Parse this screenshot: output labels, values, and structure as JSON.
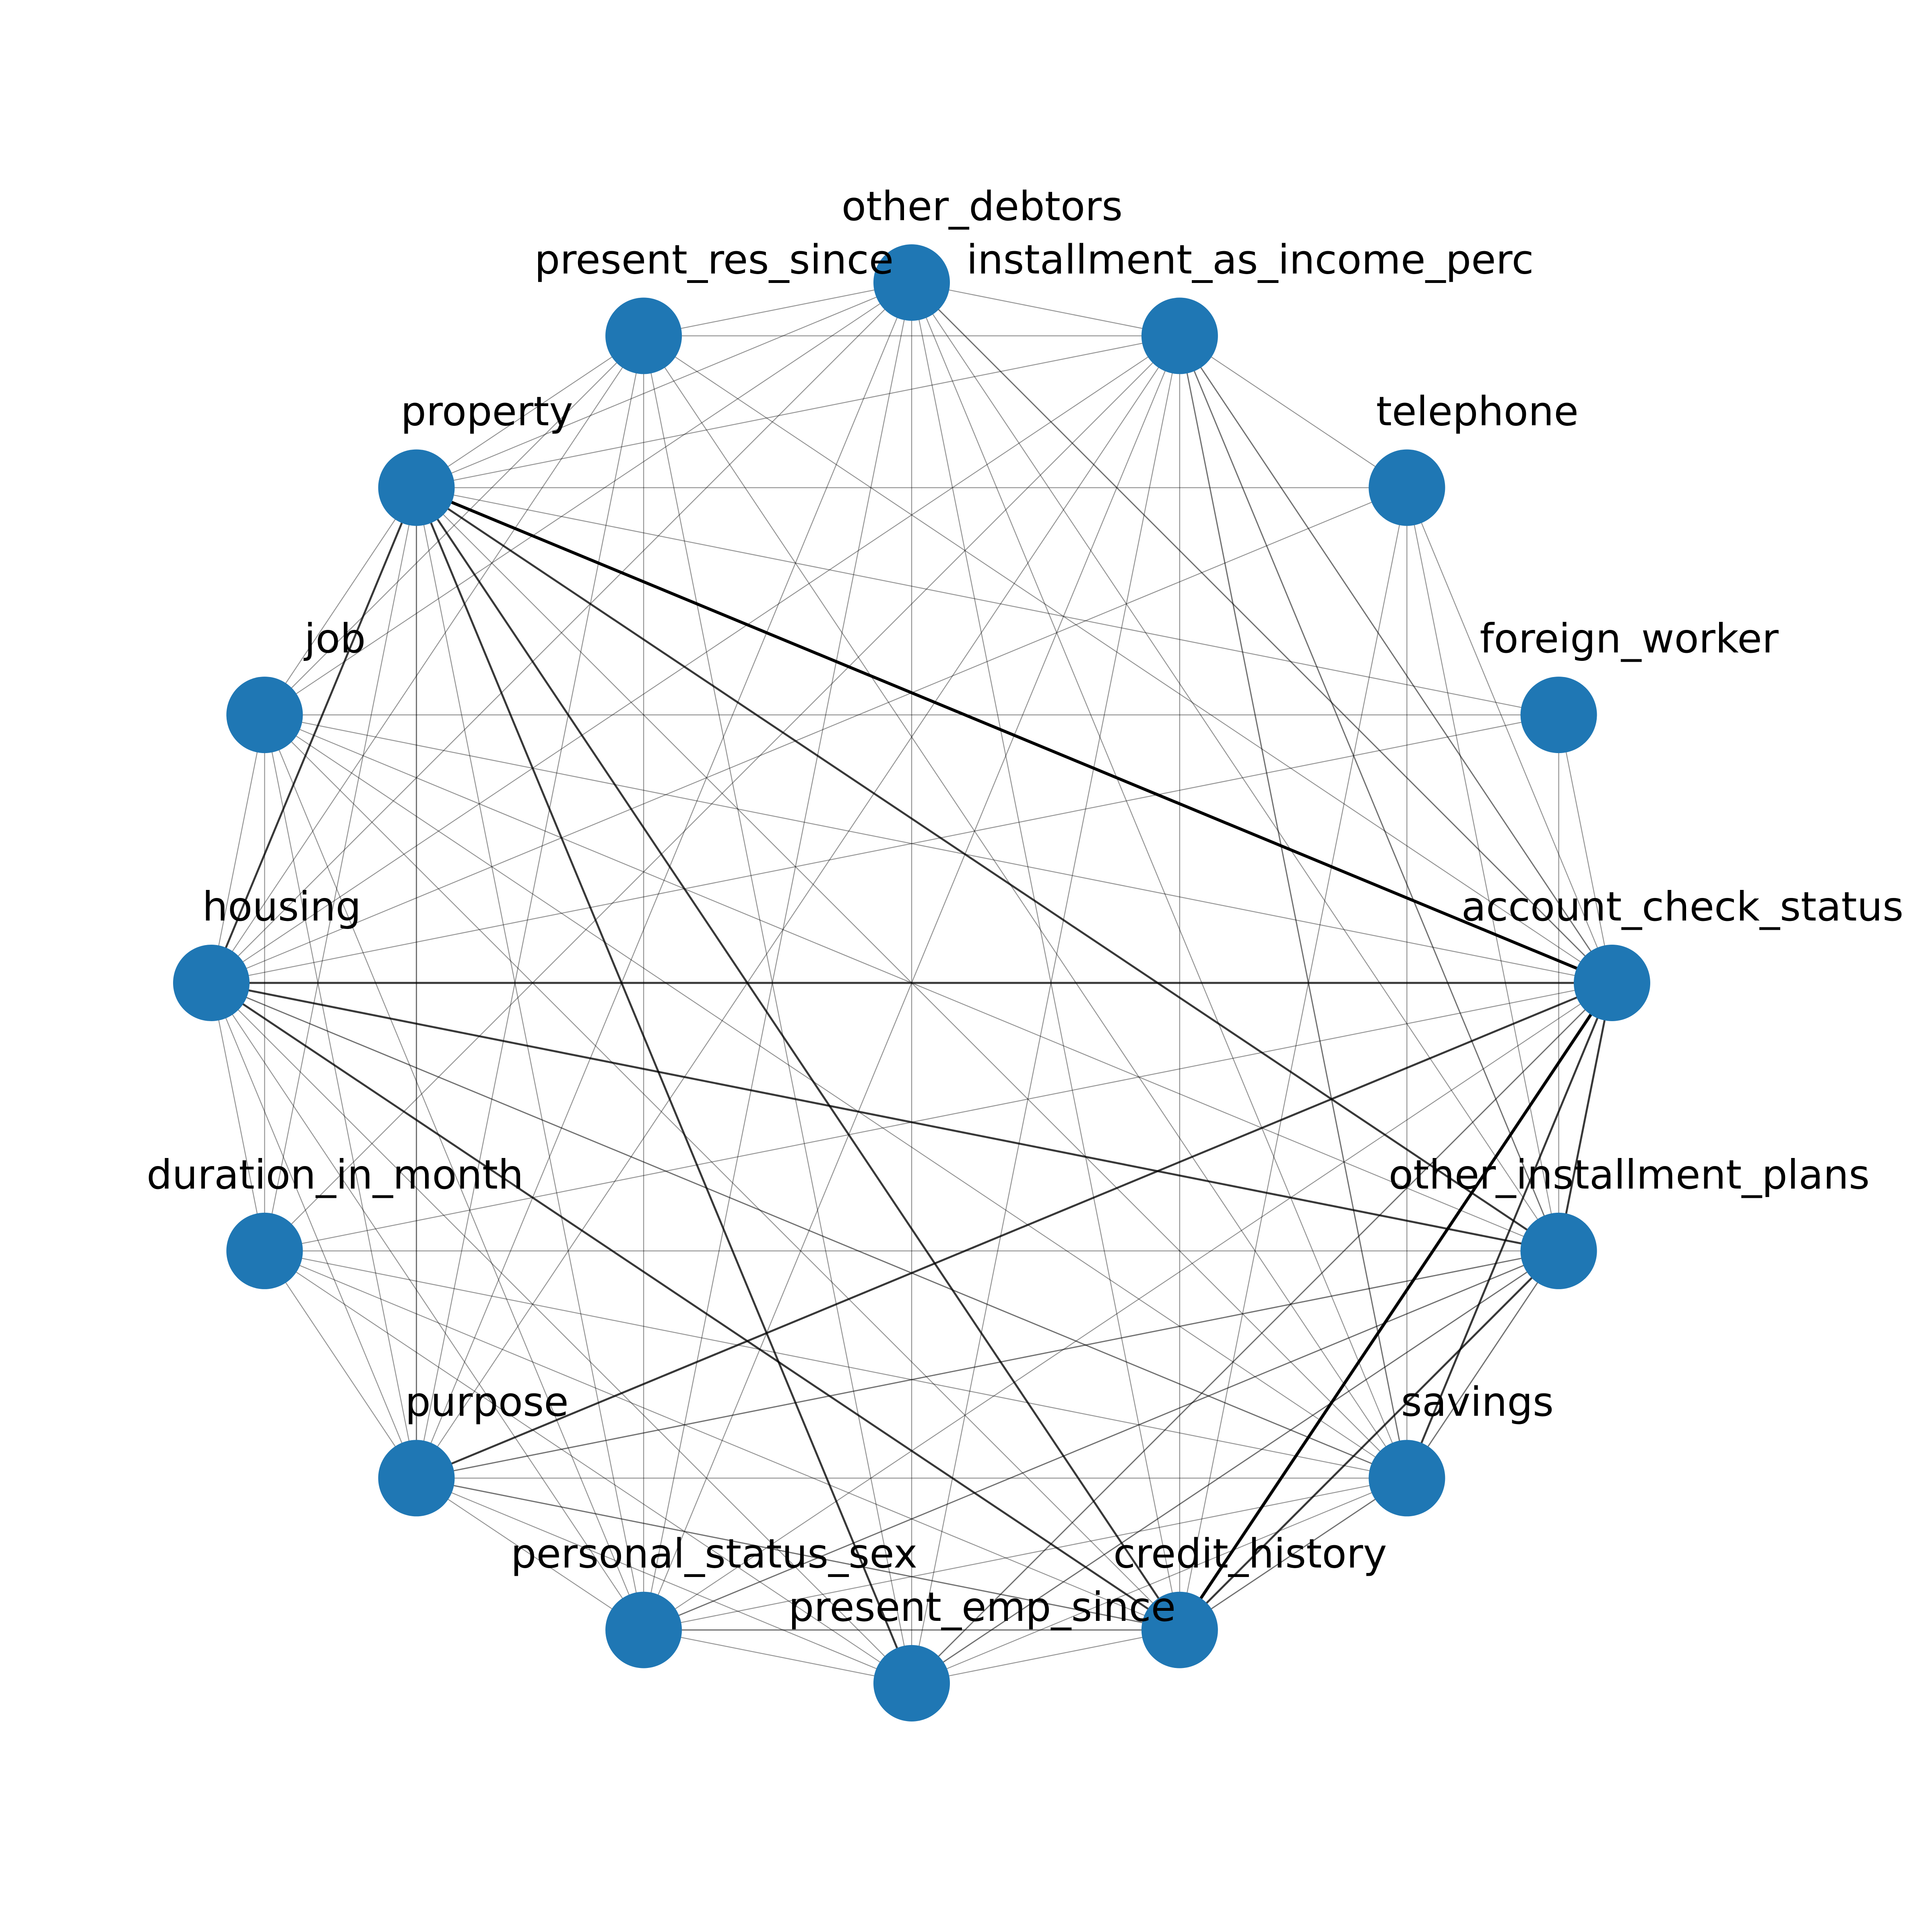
{
  "graph": {
    "node_color": "#1f77b4",
    "edge_color": "#000000",
    "nodes": [
      {
        "id": "account_check_status",
        "label": "account_check_status"
      },
      {
        "id": "foreign_worker",
        "label": "foreign_worker"
      },
      {
        "id": "telephone",
        "label": "telephone"
      },
      {
        "id": "installment_as_income_perc",
        "label": "installment_as_income_perc"
      },
      {
        "id": "other_debtors",
        "label": "other_debtors"
      },
      {
        "id": "present_res_since",
        "label": "present_res_since"
      },
      {
        "id": "property",
        "label": "property"
      },
      {
        "id": "job",
        "label": "job"
      },
      {
        "id": "housing",
        "label": "housing"
      },
      {
        "id": "duration_in_month",
        "label": "duration_in_month"
      },
      {
        "id": "purpose",
        "label": "purpose"
      },
      {
        "id": "personal_status_sex",
        "label": "personal_status_sex"
      },
      {
        "id": "present_emp_since",
        "label": "present_emp_since"
      },
      {
        "id": "credit_history",
        "label": "credit_history"
      },
      {
        "id": "savings",
        "label": "savings"
      },
      {
        "id": "other_installment_plans",
        "label": "other_installment_plans"
      }
    ],
    "edges": [
      {
        "source": "credit_history",
        "target": "account_check_status",
        "weight": 1.0
      },
      {
        "source": "property",
        "target": "account_check_status",
        "weight": 1.0
      },
      {
        "source": "housing",
        "target": "account_check_status",
        "weight": 0.75
      },
      {
        "source": "purpose",
        "target": "account_check_status",
        "weight": 0.75
      },
      {
        "source": "savings",
        "target": "account_check_status",
        "weight": 0.75
      },
      {
        "source": "other_installment_plans",
        "target": "account_check_status",
        "weight": 0.75
      },
      {
        "source": "credit_history",
        "target": "property",
        "weight": 0.75
      },
      {
        "source": "credit_history",
        "target": "housing",
        "weight": 0.75
      },
      {
        "source": "other_installment_plans",
        "target": "property",
        "weight": 0.75
      },
      {
        "source": "credit_history",
        "target": "other_installment_plans",
        "weight": 0.75
      },
      {
        "source": "housing",
        "target": "property",
        "weight": 0.75
      },
      {
        "source": "present_emp_since",
        "target": "property",
        "weight": 0.75
      },
      {
        "source": "housing",
        "target": "other_installment_plans",
        "weight": 0.75
      },
      {
        "source": "personal_status_sex",
        "target": "other_installment_plans",
        "weight": 0.5
      },
      {
        "source": "credit_history",
        "target": "purpose",
        "weight": 0.5
      },
      {
        "source": "credit_history",
        "target": "savings",
        "weight": 0.5
      },
      {
        "source": "credit_history",
        "target": "personal_status_sex",
        "weight": 0.5
      },
      {
        "source": "present_emp_since",
        "target": "account_check_status",
        "weight": 0.5
      },
      {
        "source": "present_emp_since",
        "target": "other_installment_plans",
        "weight": 0.5
      },
      {
        "source": "savings",
        "target": "installment_as_income_perc",
        "weight": 0.5
      },
      {
        "source": "savings",
        "target": "other_installment_plans",
        "weight": 0.5
      },
      {
        "source": "purpose",
        "target": "property",
        "weight": 0.5
      },
      {
        "source": "purpose",
        "target": "other_installment_plans",
        "weight": 0.5
      },
      {
        "source": "housing",
        "target": "savings",
        "weight": 0.5
      },
      {
        "source": "account_check_status",
        "target": "installment_as_income_perc",
        "weight": 0.5
      },
      {
        "source": "account_check_status",
        "target": "other_debtors",
        "weight": 0.5
      },
      {
        "source": "other_installment_plans",
        "target": "installment_as_income_perc",
        "weight": 0.5
      },
      {
        "source": "credit_history",
        "target": "other_debtors",
        "weight": 0.35
      },
      {
        "source": "present_emp_since",
        "target": "housing",
        "weight": 0.35
      },
      {
        "source": "present_emp_since",
        "target": "purpose",
        "weight": 0.35
      },
      {
        "source": "savings",
        "target": "property",
        "weight": 0.35
      },
      {
        "source": "credit_history",
        "target": "installment_as_income_perc",
        "weight": 0.35
      },
      {
        "source": "housing",
        "target": "installment_as_income_perc",
        "weight": 0.35
      },
      {
        "source": "housing",
        "target": "other_debtors",
        "weight": 0.35
      },
      {
        "source": "account_check_status",
        "target": "job",
        "weight": 0.35
      },
      {
        "source": "account_check_status",
        "target": "present_res_since",
        "weight": 0.35
      },
      {
        "source": "account_check_status",
        "target": "duration_in_month",
        "weight": 0.35
      },
      {
        "source": "other_installment_plans",
        "target": "job",
        "weight": 0.35
      },
      {
        "source": "other_installment_plans",
        "target": "duration_in_month",
        "weight": 0.35
      },
      {
        "source": "personal_status_sex",
        "target": "account_check_status",
        "weight": 0.35
      },
      {
        "source": "personal_status_sex",
        "target": "present_emp_since",
        "weight": 0.35
      },
      {
        "source": "personal_status_sex",
        "target": "housing",
        "weight": 0.35
      },
      {
        "source": "personal_status_sex",
        "target": "job",
        "weight": 0.35
      },
      {
        "source": "savings",
        "target": "purpose",
        "weight": 0.35
      },
      {
        "source": "savings",
        "target": "job",
        "weight": 0.35
      },
      {
        "source": "savings",
        "target": "duration_in_month",
        "weight": 0.35
      },
      {
        "source": "savings",
        "target": "other_debtors",
        "weight": 0.35
      },
      {
        "source": "telephone",
        "target": "other_installment_plans",
        "weight": 0.35
      },
      {
        "source": "telephone",
        "target": "property",
        "weight": 0.35
      },
      {
        "source": "telephone",
        "target": "savings",
        "weight": 0.35
      },
      {
        "source": "telephone",
        "target": "account_check_status",
        "weight": 0.35
      },
      {
        "source": "foreign_worker",
        "target": "account_check_status",
        "weight": 0.35
      },
      {
        "source": "foreign_worker",
        "target": "job",
        "weight": 0.35
      },
      {
        "source": "foreign_worker",
        "target": "property",
        "weight": 0.35
      },
      {
        "source": "foreign_worker",
        "target": "other_installment_plans",
        "weight": 0.35
      },
      {
        "source": "purpose",
        "target": "duration_in_month",
        "weight": 0.35
      },
      {
        "source": "purpose",
        "target": "housing",
        "weight": 0.35
      },
      {
        "source": "purpose",
        "target": "job",
        "weight": 0.35
      },
      {
        "source": "purpose",
        "target": "other_debtors",
        "weight": 0.35
      },
      {
        "source": "purpose",
        "target": "present_res_since",
        "weight": 0.35
      },
      {
        "source": "purpose",
        "target": "installment_as_income_perc",
        "weight": 0.35
      },
      {
        "source": "duration_in_month",
        "target": "housing",
        "weight": 0.35
      },
      {
        "source": "duration_in_month",
        "target": "job",
        "weight": 0.35
      },
      {
        "source": "duration_in_month",
        "target": "property",
        "weight": 0.35
      },
      {
        "source": "duration_in_month",
        "target": "credit_history",
        "weight": 0.35
      },
      {
        "source": "duration_in_month",
        "target": "present_emp_since",
        "weight": 0.35
      },
      {
        "source": "duration_in_month",
        "target": "installment_as_income_perc",
        "weight": 0.35
      },
      {
        "source": "housing",
        "target": "job",
        "weight": 0.35
      },
      {
        "source": "housing",
        "target": "present_res_since",
        "weight": 0.35
      },
      {
        "source": "housing",
        "target": "telephone",
        "weight": 0.35
      },
      {
        "source": "housing",
        "target": "foreign_worker",
        "weight": 0.35
      },
      {
        "source": "job",
        "target": "property",
        "weight": 0.35
      },
      {
        "source": "job",
        "target": "present_res_since",
        "weight": 0.35
      },
      {
        "source": "job",
        "target": "other_debtors",
        "weight": 0.35
      },
      {
        "source": "job",
        "target": "credit_history",
        "weight": 0.35
      },
      {
        "source": "property",
        "target": "present_res_since",
        "weight": 0.35
      },
      {
        "source": "property",
        "target": "other_debtors",
        "weight": 0.35
      },
      {
        "source": "property",
        "target": "installment_as_income_perc",
        "weight": 0.35
      },
      {
        "source": "present_res_since",
        "target": "other_debtors",
        "weight": 0.35
      },
      {
        "source": "present_res_since",
        "target": "present_emp_since",
        "weight": 0.35
      },
      {
        "source": "present_res_since",
        "target": "personal_status_sex",
        "weight": 0.35
      },
      {
        "source": "present_res_since",
        "target": "installment_as_income_perc",
        "weight": 0.35
      },
      {
        "source": "other_debtors",
        "target": "installment_as_income_perc",
        "weight": 0.35
      },
      {
        "source": "other_debtors",
        "target": "present_emp_since",
        "weight": 0.35
      },
      {
        "source": "other_debtors",
        "target": "personal_status_sex",
        "weight": 0.35
      },
      {
        "source": "other_debtors",
        "target": "other_installment_plans",
        "weight": 0.35
      },
      {
        "source": "installment_as_income_perc",
        "target": "present_emp_since",
        "weight": 0.35
      },
      {
        "source": "installment_as_income_perc",
        "target": "personal_status_sex",
        "weight": 0.35
      },
      {
        "source": "installment_as_income_perc",
        "target": "telephone",
        "weight": 0.35
      },
      {
        "source": "present_emp_since",
        "target": "credit_history",
        "weight": 0.35
      },
      {
        "source": "present_emp_since",
        "target": "savings",
        "weight": 0.35
      },
      {
        "source": "personal_status_sex",
        "target": "purpose",
        "weight": 0.35
      },
      {
        "source": "personal_status_sex",
        "target": "property",
        "weight": 0.35
      },
      {
        "source": "personal_status_sex",
        "target": "savings",
        "weight": 0.35
      },
      {
        "source": "savings",
        "target": "present_res_since",
        "weight": 0.35
      },
      {
        "source": "credit_history",
        "target": "telephone",
        "weight": 0.35
      }
    ]
  }
}
